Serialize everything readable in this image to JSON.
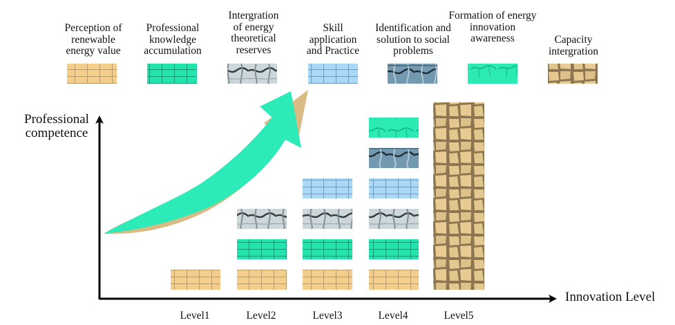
{
  "legend": [
    {
      "label": "Perception of\nrenewable\nenergy value",
      "pattern": "grid-tan",
      "color": "#F5CC8A"
    },
    {
      "label": "Professional\nknowledge\naccumulation",
      "pattern": "grid-green",
      "color": "#24E6AE"
    },
    {
      "label": "Intergration\nof energy\ntheoretical\nreserves",
      "pattern": "cracked-gray",
      "color": "#C9D3D6"
    },
    {
      "label": "Skill\napplication\nand Practice",
      "pattern": "grid-blue",
      "color": "#A9D6F2"
    },
    {
      "label": "Identification and\nsolution to social\nproblems",
      "pattern": "cracked-steel",
      "color": "#6F97AF"
    },
    {
      "label": "Formation of energy\ninnovation\nawareness",
      "pattern": "mottled-green",
      "color": "#2BEAB4"
    },
    {
      "label": "Capacity\nintergration",
      "pattern": "cobble-tan",
      "color": "#E2C78E"
    }
  ],
  "axes": {
    "y_label": "Professional\ncompetence",
    "x_label": "Innovation Level"
  },
  "levels": [
    {
      "label": "Level1",
      "stack": [
        "grid-tan"
      ]
    },
    {
      "label": "Level2",
      "stack": [
        "grid-tan",
        "grid-green",
        "cracked-gray"
      ]
    },
    {
      "label": "Level3",
      "stack": [
        "grid-tan",
        "grid-green",
        "cracked-gray",
        "grid-blue"
      ]
    },
    {
      "label": "Level4",
      "stack": [
        "grid-tan",
        "grid-green",
        "cracked-gray",
        "grid-blue",
        "cracked-steel",
        "mottled-green"
      ]
    },
    {
      "label": "Level5",
      "stack": [
        "cobble-tan"
      ]
    }
  ],
  "colors": {
    "arrow_fill": "#2DEBB8",
    "arrow_shadow": "#D9BC85",
    "axis": "#000000"
  }
}
